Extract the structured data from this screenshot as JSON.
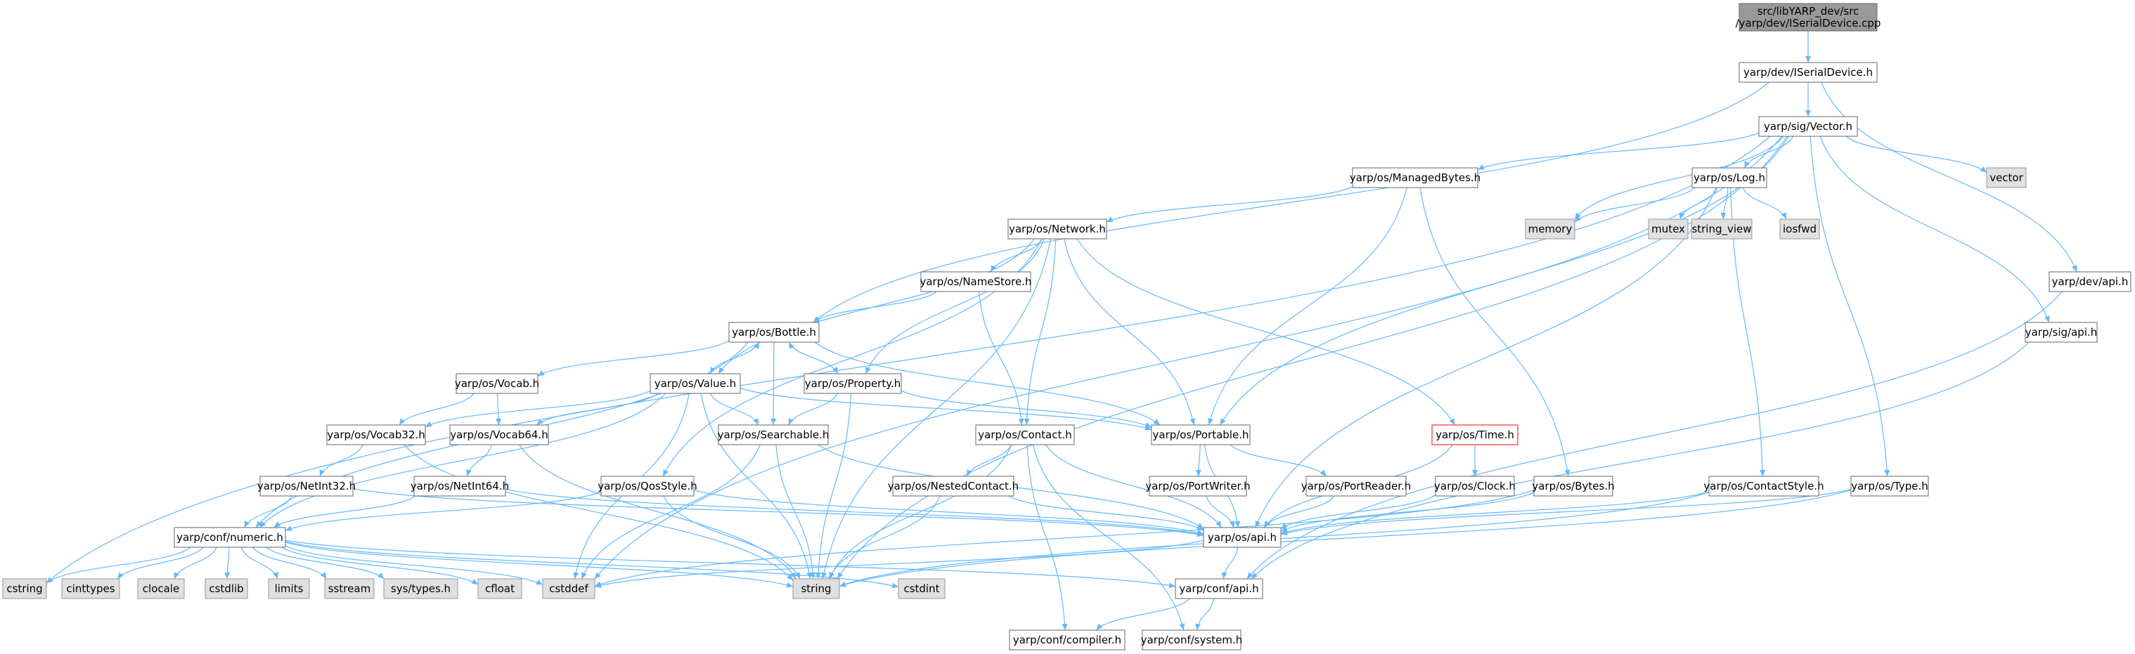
{
  "colors": {
    "edge": "#63b8ff",
    "root_fill": "#999999",
    "box_fill": "#ffffff",
    "box_stroke": "#666666",
    "system_fill": "#e0e0e0",
    "system_stroke": "#999999",
    "truncated_stroke": "#ff0000"
  },
  "nodes": [
    {
      "id": "root",
      "label": [
        "src/libYARP_dev/src",
        "/yarp/dev/ISerialDevice.cpp"
      ],
      "kind": "root"
    },
    {
      "id": "iserial",
      "label": [
        "yarp/dev/ISerialDevice.h"
      ],
      "kind": "normal"
    },
    {
      "id": "vector_h",
      "label": [
        "yarp/sig/Vector.h"
      ],
      "kind": "normal"
    },
    {
      "id": "devapi",
      "label": [
        "yarp/dev/api.h"
      ],
      "kind": "normal"
    },
    {
      "id": "managed",
      "label": [
        "yarp/os/ManagedBytes.h"
      ],
      "kind": "normal"
    },
    {
      "id": "log",
      "label": [
        "yarp/os/Log.h"
      ],
      "kind": "normal"
    },
    {
      "id": "vector",
      "label": [
        "vector"
      ],
      "kind": "system"
    },
    {
      "id": "memory",
      "label": [
        "memory"
      ],
      "kind": "system"
    },
    {
      "id": "mutex",
      "label": [
        "mutex"
      ],
      "kind": "system"
    },
    {
      "id": "string_view",
      "label": [
        "string_view"
      ],
      "kind": "system"
    },
    {
      "id": "iosfwd",
      "label": [
        "iosfwd"
      ],
      "kind": "system"
    },
    {
      "id": "network",
      "label": [
        "yarp/os/Network.h"
      ],
      "kind": "normal"
    },
    {
      "id": "namestore",
      "label": [
        "yarp/os/NameStore.h"
      ],
      "kind": "normal"
    },
    {
      "id": "sigapi",
      "label": [
        "yarp/sig/api.h"
      ],
      "kind": "normal"
    },
    {
      "id": "bottle",
      "label": [
        "yarp/os/Bottle.h"
      ],
      "kind": "normal"
    },
    {
      "id": "vocab",
      "label": [
        "yarp/os/Vocab.h"
      ],
      "kind": "normal"
    },
    {
      "id": "value",
      "label": [
        "yarp/os/Value.h"
      ],
      "kind": "normal"
    },
    {
      "id": "property",
      "label": [
        "yarp/os/Property.h"
      ],
      "kind": "normal"
    },
    {
      "id": "vocab32",
      "label": [
        "yarp/os/Vocab32.h"
      ],
      "kind": "normal"
    },
    {
      "id": "vocab64",
      "label": [
        "yarp/os/Vocab64.h"
      ],
      "kind": "normal"
    },
    {
      "id": "searchable",
      "label": [
        "yarp/os/Searchable.h"
      ],
      "kind": "normal"
    },
    {
      "id": "contact",
      "label": [
        "yarp/os/Contact.h"
      ],
      "kind": "normal"
    },
    {
      "id": "portable",
      "label": [
        "yarp/os/Portable.h"
      ],
      "kind": "normal"
    },
    {
      "id": "time",
      "label": [
        "yarp/os/Time.h"
      ],
      "kind": "truncated"
    },
    {
      "id": "netint32",
      "label": [
        "yarp/os/NetInt32.h"
      ],
      "kind": "normal"
    },
    {
      "id": "netint64",
      "label": [
        "yarp/os/NetInt64.h"
      ],
      "kind": "normal"
    },
    {
      "id": "qosstyle",
      "label": [
        "yarp/os/QosStyle.h"
      ],
      "kind": "normal"
    },
    {
      "id": "nestedcontact",
      "label": [
        "yarp/os/NestedContact.h"
      ],
      "kind": "normal"
    },
    {
      "id": "portwriter",
      "label": [
        "yarp/os/PortWriter.h"
      ],
      "kind": "normal"
    },
    {
      "id": "portreader",
      "label": [
        "yarp/os/PortReader.h"
      ],
      "kind": "normal"
    },
    {
      "id": "clock",
      "label": [
        "yarp/os/Clock.h"
      ],
      "kind": "normal"
    },
    {
      "id": "bytes",
      "label": [
        "yarp/os/Bytes.h"
      ],
      "kind": "normal"
    },
    {
      "id": "contactstyle",
      "label": [
        "yarp/os/ContactStyle.h"
      ],
      "kind": "normal"
    },
    {
      "id": "type",
      "label": [
        "yarp/os/Type.h"
      ],
      "kind": "normal"
    },
    {
      "id": "numeric",
      "label": [
        "yarp/conf/numeric.h"
      ],
      "kind": "normal"
    },
    {
      "id": "osapi",
      "label": [
        "yarp/os/api.h"
      ],
      "kind": "normal"
    },
    {
      "id": "cstring",
      "label": [
        "cstring"
      ],
      "kind": "system"
    },
    {
      "id": "cinttypes",
      "label": [
        "cinttypes"
      ],
      "kind": "system"
    },
    {
      "id": "clocale",
      "label": [
        "clocale"
      ],
      "kind": "system"
    },
    {
      "id": "cstdlib",
      "label": [
        "cstdlib"
      ],
      "kind": "system"
    },
    {
      "id": "limits",
      "label": [
        "limits"
      ],
      "kind": "system"
    },
    {
      "id": "sstream",
      "label": [
        "sstream"
      ],
      "kind": "system"
    },
    {
      "id": "systypes",
      "label": [
        "sys/types.h"
      ],
      "kind": "system"
    },
    {
      "id": "cfloat",
      "label": [
        "cfloat"
      ],
      "kind": "system"
    },
    {
      "id": "cstddef",
      "label": [
        "cstddef"
      ],
      "kind": "system"
    },
    {
      "id": "string",
      "label": [
        "string"
      ],
      "kind": "system"
    },
    {
      "id": "cstdint",
      "label": [
        "cstdint"
      ],
      "kind": "system"
    },
    {
      "id": "confapi",
      "label": [
        "yarp/conf/api.h"
      ],
      "kind": "normal"
    },
    {
      "id": "compiler",
      "label": [
        "yarp/conf/compiler.h"
      ],
      "kind": "normal"
    },
    {
      "id": "system",
      "label": [
        "yarp/conf/system.h"
      ],
      "kind": "normal"
    }
  ],
  "edges": [
    [
      "root",
      "iserial"
    ],
    [
      "iserial",
      "vector_h"
    ],
    [
      "iserial",
      "devapi"
    ],
    [
      "iserial",
      "bottle"
    ],
    [
      "vector_h",
      "managed"
    ],
    [
      "vector_h",
      "log"
    ],
    [
      "vector_h",
      "vector"
    ],
    [
      "vector_h",
      "memory"
    ],
    [
      "vector_h",
      "sigapi"
    ],
    [
      "vector_h",
      "type"
    ],
    [
      "vector_h",
      "portable"
    ],
    [
      "vector_h",
      "cstring"
    ],
    [
      "vector_h",
      "string"
    ],
    [
      "vector_h",
      "cstddef"
    ],
    [
      "devapi",
      "confapi"
    ],
    [
      "managed",
      "network"
    ],
    [
      "managed",
      "portable"
    ],
    [
      "managed",
      "bytes"
    ],
    [
      "log",
      "memory"
    ],
    [
      "log",
      "mutex"
    ],
    [
      "log",
      "string_view"
    ],
    [
      "log",
      "iosfwd"
    ],
    [
      "log",
      "osapi"
    ],
    [
      "log",
      "contactstyle"
    ],
    [
      "network",
      "namestore"
    ],
    [
      "network",
      "value"
    ],
    [
      "network",
      "property"
    ],
    [
      "network",
      "contact"
    ],
    [
      "network",
      "portable"
    ],
    [
      "network",
      "time"
    ],
    [
      "network",
      "qosstyle"
    ],
    [
      "network",
      "string"
    ],
    [
      "namestore",
      "bottle"
    ],
    [
      "namestore",
      "contact"
    ],
    [
      "sigapi",
      "confapi"
    ],
    [
      "bottle",
      "vocab"
    ],
    [
      "bottle",
      "value"
    ],
    [
      "bottle",
      "property"
    ],
    [
      "bottle",
      "searchable"
    ],
    [
      "bottle",
      "portable"
    ],
    [
      "bottle",
      "numeric"
    ],
    [
      "vocab",
      "vocab32"
    ],
    [
      "vocab",
      "vocab64"
    ],
    [
      "value",
      "bottle"
    ],
    [
      "value",
      "vocab32"
    ],
    [
      "value",
      "vocab64"
    ],
    [
      "value",
      "searchable"
    ],
    [
      "value",
      "portable"
    ],
    [
      "value",
      "string"
    ],
    [
      "value",
      "cstddef"
    ],
    [
      "value",
      "numeric"
    ],
    [
      "property",
      "bottle"
    ],
    [
      "property",
      "searchable"
    ],
    [
      "property",
      "portable"
    ],
    [
      "property",
      "string"
    ],
    [
      "vocab32",
      "netint32"
    ],
    [
      "vocab32",
      "string"
    ],
    [
      "vocab64",
      "netint64"
    ],
    [
      "vocab64",
      "string"
    ],
    [
      "searchable",
      "osapi"
    ],
    [
      "searchable",
      "string"
    ],
    [
      "searchable",
      "cstddef"
    ],
    [
      "contact",
      "nestedcontact"
    ],
    [
      "contact",
      "compiler"
    ],
    [
      "contact",
      "system"
    ],
    [
      "contact",
      "string"
    ],
    [
      "contact",
      "osapi"
    ],
    [
      "portable",
      "portwriter"
    ],
    [
      "portable",
      "portreader"
    ],
    [
      "portable",
      "osapi"
    ],
    [
      "time",
      "clock"
    ],
    [
      "time",
      "osapi"
    ],
    [
      "netint32",
      "numeric"
    ],
    [
      "netint32",
      "osapi"
    ],
    [
      "netint64",
      "numeric"
    ],
    [
      "netint64",
      "osapi"
    ],
    [
      "qosstyle",
      "numeric"
    ],
    [
      "qosstyle",
      "osapi"
    ],
    [
      "qosstyle",
      "string"
    ],
    [
      "nestedcontact",
      "osapi"
    ],
    [
      "nestedcontact",
      "string"
    ],
    [
      "portwriter",
      "osapi"
    ],
    [
      "portreader",
      "osapi"
    ],
    [
      "clock",
      "osapi"
    ],
    [
      "bytes",
      "osapi"
    ],
    [
      "bytes",
      "cstddef"
    ],
    [
      "contactstyle",
      "osapi"
    ],
    [
      "contactstyle",
      "string"
    ],
    [
      "type",
      "osapi"
    ],
    [
      "type",
      "string"
    ],
    [
      "numeric",
      "cstring"
    ],
    [
      "numeric",
      "cinttypes"
    ],
    [
      "numeric",
      "clocale"
    ],
    [
      "numeric",
      "cstdlib"
    ],
    [
      "numeric",
      "limits"
    ],
    [
      "numeric",
      "sstream"
    ],
    [
      "numeric",
      "systypes"
    ],
    [
      "numeric",
      "cfloat"
    ],
    [
      "numeric",
      "cstddef"
    ],
    [
      "numeric",
      "string"
    ],
    [
      "numeric",
      "cstdint"
    ],
    [
      "numeric",
      "confapi"
    ],
    [
      "osapi",
      "confapi"
    ],
    [
      "osapi",
      "cstddef"
    ],
    [
      "confapi",
      "compiler"
    ],
    [
      "confapi",
      "system"
    ]
  ]
}
